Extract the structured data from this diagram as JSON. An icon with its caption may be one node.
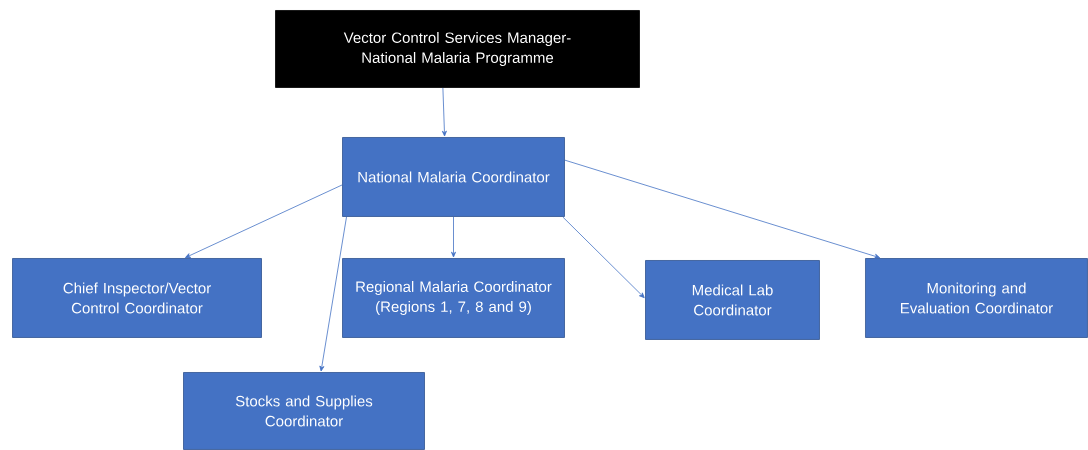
{
  "diagram": {
    "nodes": [
      {
        "text": [
          "Vector Control Services Manager- National Malaria Programme"
        ]
      },
      {
        "text": [
          "National Malaria Coordinator"
        ]
      },
      {
        "text": [
          "Chief Inspector/Vector Control Coordinator"
        ]
      },
      {
        "text": [
          "Regional Malaria Coordinator (Regions 1, 7, 8 and 9)"
        ]
      },
      {
        "text": [
          "Medical Lab Coordinator"
        ]
      },
      {
        "text": [
          "Monitoring and Evaluation Coordinator"
        ]
      },
      {
        "text": [
          "Stocks and Supplies Coordinator"
        ]
      }
    ],
    "edges": [
      {
        "from": 0,
        "to": 1,
        "arrow": "to"
      },
      {
        "from": 1,
        "to": 2,
        "arrow": "to"
      },
      {
        "from": 1,
        "to": 3,
        "arrow": "to"
      },
      {
        "from": 1,
        "to": 4,
        "arrow": "to"
      },
      {
        "from": 1,
        "to": 5,
        "arrow": "to"
      },
      {
        "from": 1,
        "to": 6,
        "arrow": "to"
      }
    ]
  }
}
